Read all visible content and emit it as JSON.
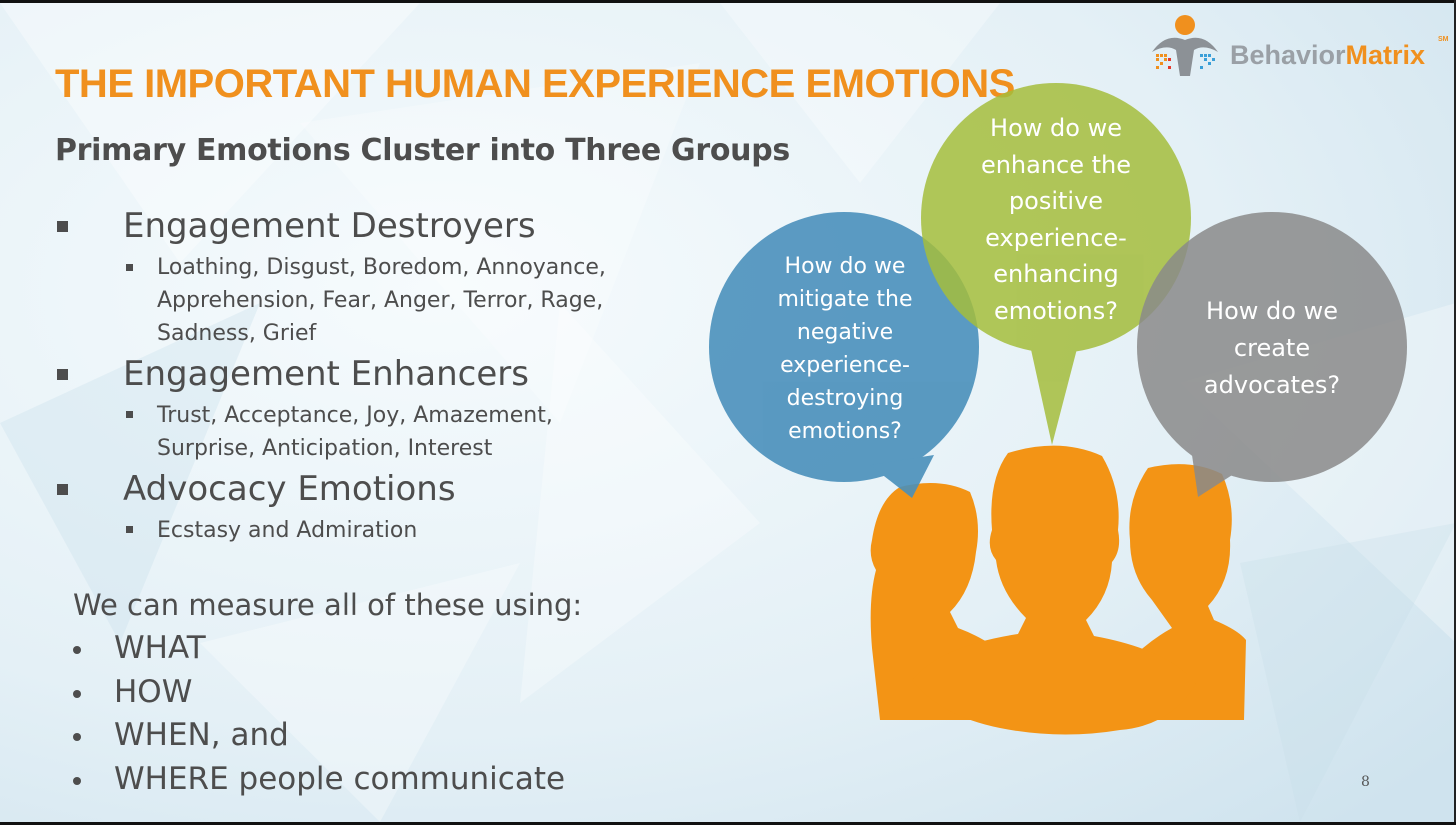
{
  "slide": {
    "title": "THE IMPORTANT HUMAN EXPERIENCE EMOTIONS",
    "subtitle": "Primary Emotions Cluster into Three Groups",
    "page_number": "8"
  },
  "logo": {
    "brand_part1": "Behavior",
    "brand_part2": "Matrix",
    "mark": "SM"
  },
  "groups": [
    {
      "title": "Engagement Destroyers",
      "items": [
        "Loathing, Disgust, Boredom, Annoyance,",
        "Apprehension, Fear, Anger, Terror, Rage,",
        "Sadness, Grief"
      ]
    },
    {
      "title": "Engagement Enhancers",
      "items": [
        "Trust, Acceptance, Joy, Amazement,",
        "Surprise, Anticipation, Interest"
      ]
    },
    {
      "title": "Advocacy Emotions",
      "items": [
        "Ecstasy and Admiration"
      ]
    }
  ],
  "measure": {
    "intro": "We can measure all of these using:",
    "items": [
      "WHAT",
      "HOW",
      "WHEN, and",
      "WHERE people communicate"
    ]
  },
  "bubbles": {
    "blue": {
      "lines": [
        "How do we",
        "mitigate the",
        "negative",
        "experience-",
        "destroying",
        "emotions?"
      ],
      "color": "#4a90bb"
    },
    "green": {
      "lines": [
        "How do we",
        "enhance the",
        "positive",
        "experience-",
        "enhancing",
        "emotions?"
      ],
      "color": "#a4bd3c"
    },
    "gray": {
      "lines": [
        "How do we",
        "create",
        "advocates?"
      ],
      "color": "#8a8a8a"
    }
  },
  "colors": {
    "accent_orange": "#f0901e",
    "text_gray": "#4d4d4d"
  }
}
